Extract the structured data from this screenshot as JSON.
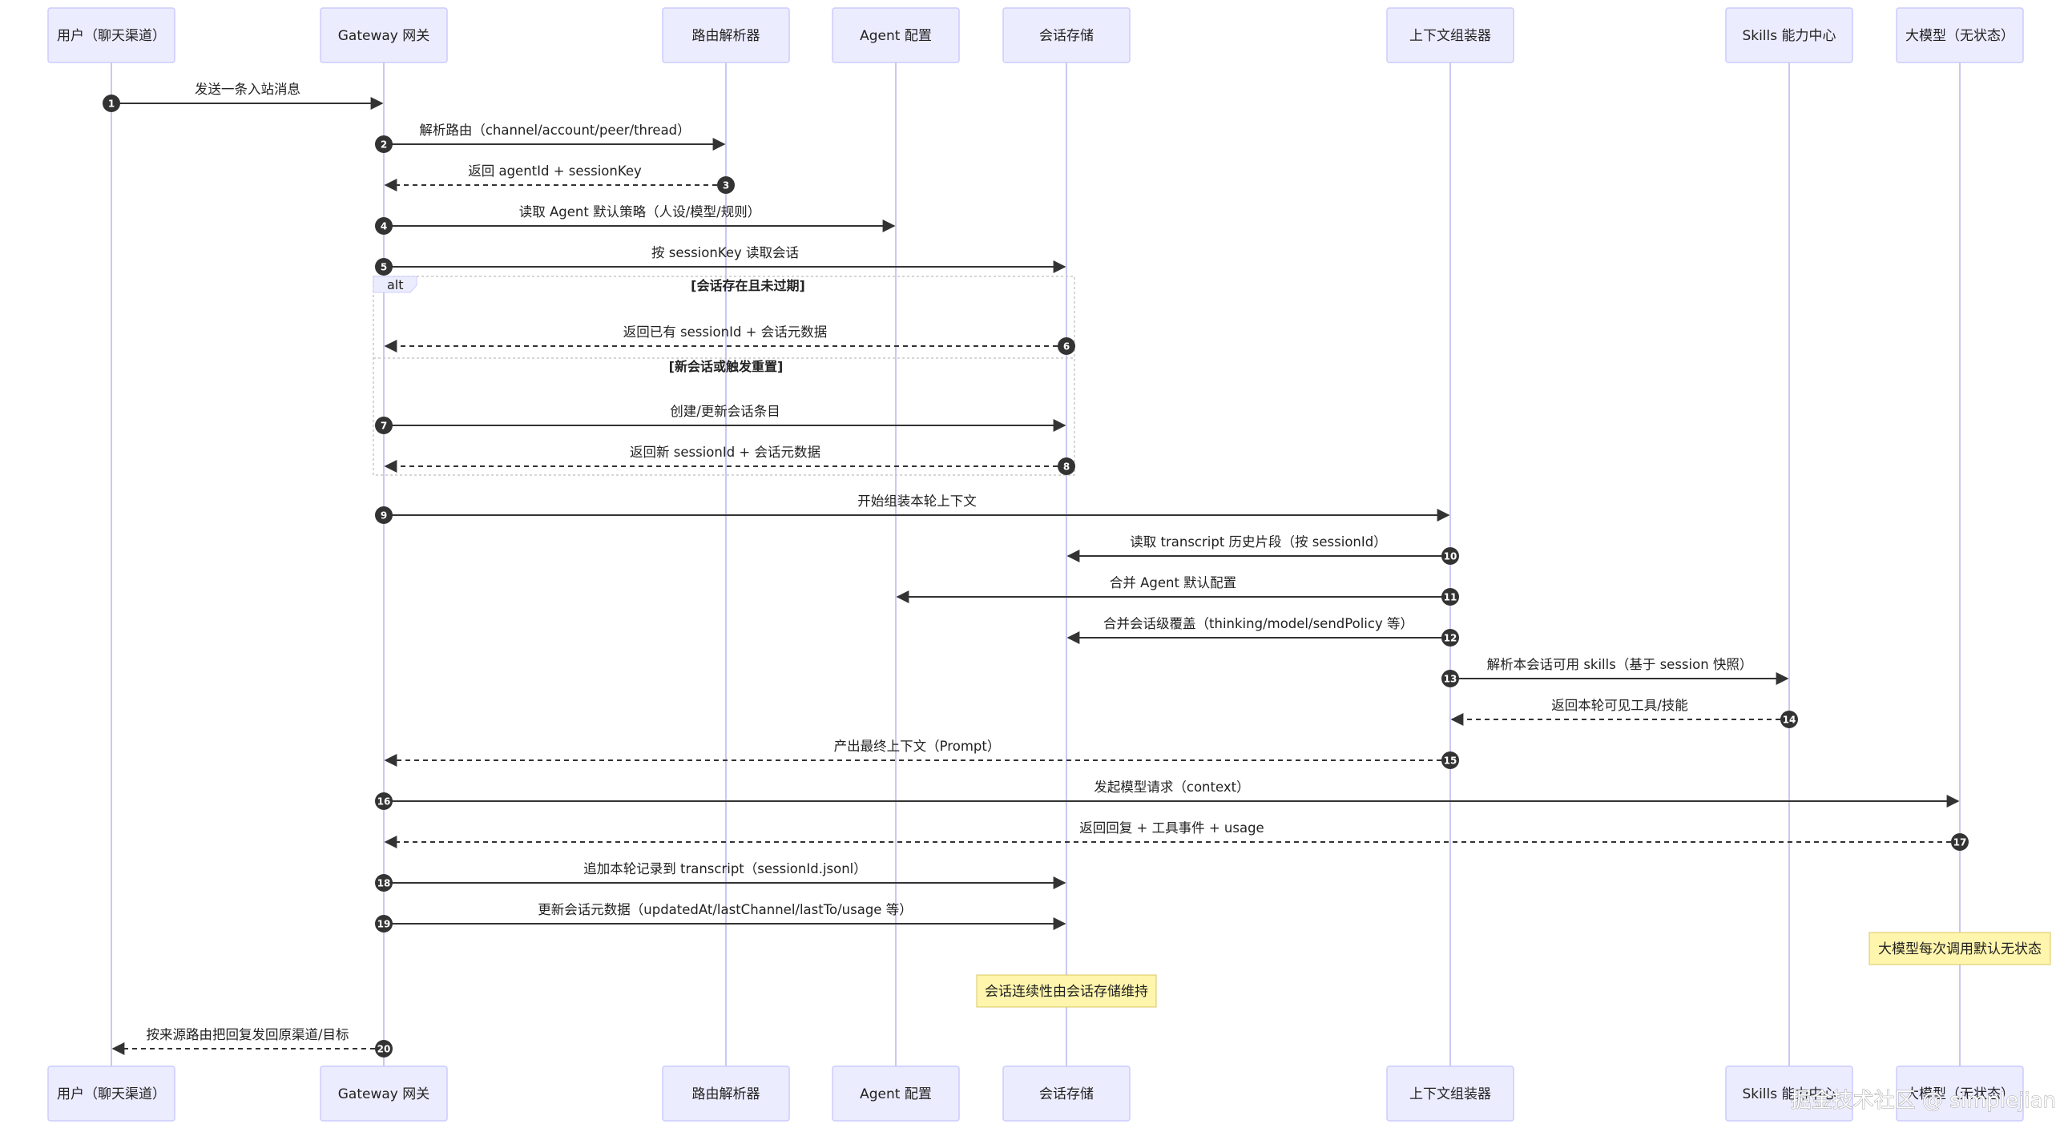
{
  "actors": [
    {
      "id": "user",
      "label": "用户（聊天渠道）"
    },
    {
      "id": "gw",
      "label": "Gateway 网关"
    },
    {
      "id": "router",
      "label": "路由解析器"
    },
    {
      "id": "agent",
      "label": "Agent 配置"
    },
    {
      "id": "store",
      "label": "会话存储"
    },
    {
      "id": "ctx",
      "label": "上下文组装器"
    },
    {
      "id": "skills",
      "label": "Skills 能力中心"
    },
    {
      "id": "llm",
      "label": "大模型（无状态）"
    }
  ],
  "messages": [
    {
      "n": "1",
      "from": "user",
      "to": "gw",
      "text": "发送一条入站消息",
      "dashed": false
    },
    {
      "n": "2",
      "from": "gw",
      "to": "router",
      "text": "解析路由（channel/account/peer/thread）",
      "dashed": false
    },
    {
      "n": "3",
      "from": "router",
      "to": "gw",
      "text": "返回 agentId + sessionKey",
      "dashed": true
    },
    {
      "n": "4",
      "from": "gw",
      "to": "agent",
      "text": "读取 Agent 默认策略（人设/模型/规则）",
      "dashed": false
    },
    {
      "n": "5",
      "from": "gw",
      "to": "store",
      "text": "按 sessionKey 读取会话",
      "dashed": false
    },
    {
      "n": "6",
      "from": "store",
      "to": "gw",
      "text": "返回已有 sessionId + 会话元数据",
      "dashed": true
    },
    {
      "n": "7",
      "from": "gw",
      "to": "store",
      "text": "创建/更新会话条目",
      "dashed": false
    },
    {
      "n": "8",
      "from": "store",
      "to": "gw",
      "text": "返回新 sessionId + 会话元数据",
      "dashed": true
    },
    {
      "n": "9",
      "from": "gw",
      "to": "ctx",
      "text": "开始组装本轮上下文",
      "dashed": false
    },
    {
      "n": "10",
      "from": "ctx",
      "to": "store",
      "text": "读取 transcript 历史片段（按 sessionId）",
      "dashed": false
    },
    {
      "n": "11",
      "from": "ctx",
      "to": "agent",
      "text": "合并 Agent 默认配置",
      "dashed": false
    },
    {
      "n": "12",
      "from": "ctx",
      "to": "store",
      "text": "合并会话级覆盖（thinking/model/sendPolicy 等）",
      "dashed": false
    },
    {
      "n": "13",
      "from": "ctx",
      "to": "skills",
      "text": "解析本会话可用 skills（基于 session 快照）",
      "dashed": false
    },
    {
      "n": "14",
      "from": "skills",
      "to": "ctx",
      "text": "返回本轮可见工具/技能",
      "dashed": true
    },
    {
      "n": "15",
      "from": "ctx",
      "to": "gw",
      "text": "产出最终上下文（Prompt）",
      "dashed": true
    },
    {
      "n": "16",
      "from": "gw",
      "to": "llm",
      "text": "发起模型请求（context）",
      "dashed": false
    },
    {
      "n": "17",
      "from": "llm",
      "to": "gw",
      "text": "返回回复 + 工具事件 + usage",
      "dashed": true
    },
    {
      "n": "18",
      "from": "gw",
      "to": "store",
      "text": "追加本轮记录到 transcript（sessionId.jsonl）",
      "dashed": false
    },
    {
      "n": "19",
      "from": "gw",
      "to": "store",
      "text": "更新会话元数据（updatedAt/lastChannel/lastTo/usage 等）",
      "dashed": false
    },
    {
      "n": "20",
      "from": "gw",
      "to": "user",
      "text": "按来源路由把回复发回原渠道/目标",
      "dashed": true
    }
  ],
  "alt": {
    "label": "alt",
    "cond1": "[会话存在且未过期]",
    "cond2": "[新会话或触发重置]"
  },
  "notes": [
    {
      "actor": "llm",
      "text": "大模型每次调用默认无状态"
    },
    {
      "actor": "store",
      "text": "会话连续性由会话存储维持"
    }
  ],
  "watermark": "掘金技术社区 @ simplejian"
}
